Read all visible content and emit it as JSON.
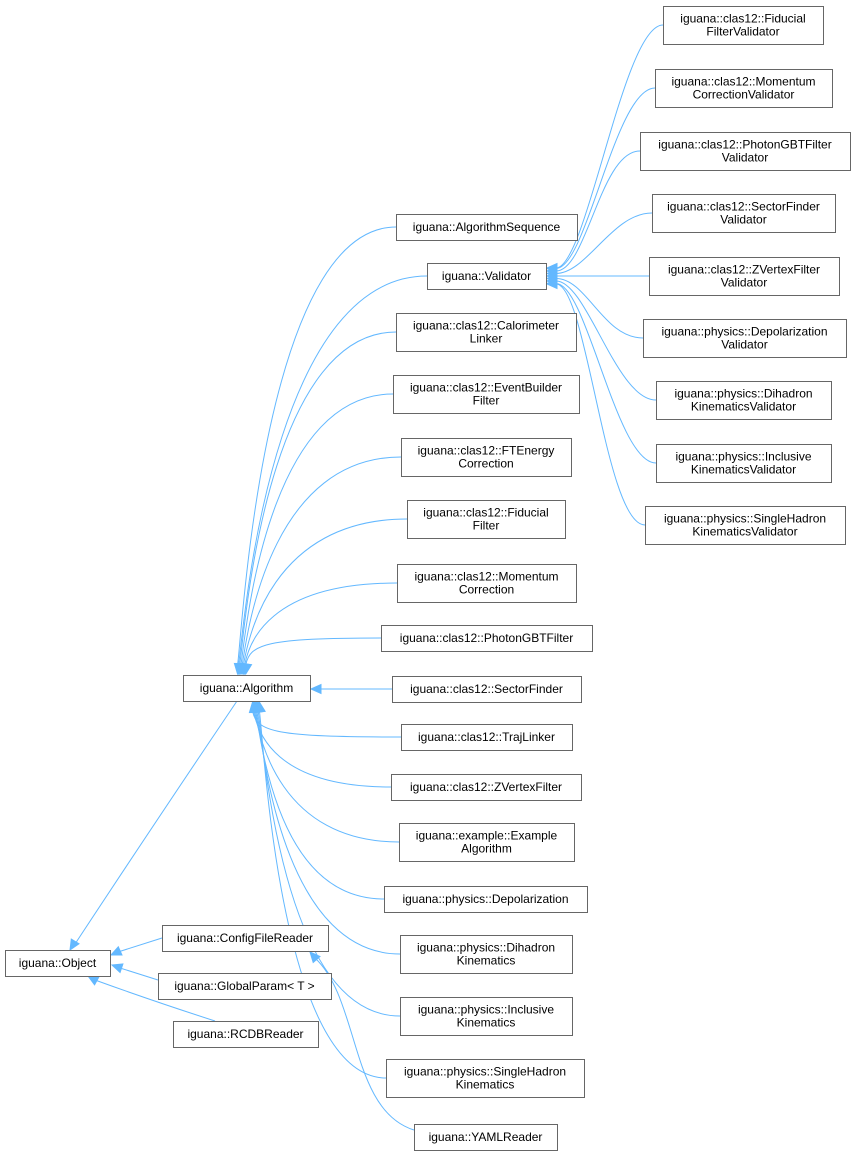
{
  "diagram": {
    "nodes": [
      {
        "id": "object",
        "lines": [
          "iguana::Object"
        ]
      },
      {
        "id": "algorithm",
        "lines": [
          "iguana::Algorithm"
        ]
      },
      {
        "id": "configfilereader",
        "lines": [
          "iguana::ConfigFileReader"
        ]
      },
      {
        "id": "globalparam",
        "lines": [
          "iguana::GlobalParam< T >"
        ]
      },
      {
        "id": "rcdbreader",
        "lines": [
          "iguana::RCDBReader"
        ]
      },
      {
        "id": "yamlreader",
        "lines": [
          "iguana::YAMLReader"
        ]
      },
      {
        "id": "algorithmsequence",
        "lines": [
          "iguana::AlgorithmSequence"
        ]
      },
      {
        "id": "validator",
        "lines": [
          "iguana::Validator"
        ]
      },
      {
        "id": "calorimeterlinker",
        "lines": [
          "iguana::clas12::Calorimeter",
          "Linker"
        ]
      },
      {
        "id": "eventbuilderfilter",
        "lines": [
          "iguana::clas12::EventBuilder",
          "Filter"
        ]
      },
      {
        "id": "ftenergycorrection",
        "lines": [
          "iguana::clas12::FTEnergy",
          "Correction"
        ]
      },
      {
        "id": "fiducialfilter",
        "lines": [
          "iguana::clas12::Fiducial",
          "Filter"
        ]
      },
      {
        "id": "momentumcorrection",
        "lines": [
          "iguana::clas12::Momentum",
          "Correction"
        ]
      },
      {
        "id": "photongbtfilter",
        "lines": [
          "iguana::clas12::PhotonGBTFilter"
        ]
      },
      {
        "id": "sectorfinder",
        "lines": [
          "iguana::clas12::SectorFinder"
        ]
      },
      {
        "id": "trajlinker",
        "lines": [
          "iguana::clas12::TrajLinker"
        ]
      },
      {
        "id": "zvertexfilter",
        "lines": [
          "iguana::clas12::ZVertexFilter"
        ]
      },
      {
        "id": "examplealgorithm",
        "lines": [
          "iguana::example::Example",
          "Algorithm"
        ]
      },
      {
        "id": "depolarization",
        "lines": [
          "iguana::physics::Depolarization"
        ]
      },
      {
        "id": "dihadronkinematics",
        "lines": [
          "iguana::physics::Dihadron",
          "Kinematics"
        ]
      },
      {
        "id": "inclusivekinematics",
        "lines": [
          "iguana::physics::Inclusive",
          "Kinematics"
        ]
      },
      {
        "id": "singlehadronkinematics",
        "lines": [
          "iguana::physics::SingleHadron",
          "Kinematics"
        ]
      },
      {
        "id": "fiducialfiltervalidator",
        "lines": [
          "iguana::clas12::Fiducial",
          "FilterValidator"
        ]
      },
      {
        "id": "momentumcorrectionvalidator",
        "lines": [
          "iguana::clas12::Momentum",
          "CorrectionValidator"
        ]
      },
      {
        "id": "photongbtfiltervalidator",
        "lines": [
          "iguana::clas12::PhotonGBTFilter",
          "Validator"
        ]
      },
      {
        "id": "sectorfindervalidator",
        "lines": [
          "iguana::clas12::SectorFinder",
          "Validator"
        ]
      },
      {
        "id": "zvertexfiltervalidator",
        "lines": [
          "iguana::clas12::ZVertexFilter",
          "Validator"
        ]
      },
      {
        "id": "depolarizationvalidator",
        "lines": [
          "iguana::physics::Depolarization",
          "Validator"
        ]
      },
      {
        "id": "dihadronkinematicsvalidator",
        "lines": [
          "iguana::physics::Dihadron",
          "KinematicsValidator"
        ]
      },
      {
        "id": "inclusivekinematicsvalidator",
        "lines": [
          "iguana::physics::Inclusive",
          "KinematicsValidator"
        ]
      },
      {
        "id": "singlehadronkinematicsvalidator",
        "lines": [
          "iguana::physics::SingleHadron",
          "KinematicsValidator"
        ]
      }
    ],
    "edges": [
      {
        "from": "algorithm",
        "to": "object"
      },
      {
        "from": "configfilereader",
        "to": "object"
      },
      {
        "from": "globalparam",
        "to": "object"
      },
      {
        "from": "rcdbreader",
        "to": "object"
      },
      {
        "from": "yamlreader",
        "to": "configfilereader"
      },
      {
        "from": "algorithmsequence",
        "to": "algorithm"
      },
      {
        "from": "validator",
        "to": "algorithm"
      },
      {
        "from": "calorimeterlinker",
        "to": "algorithm"
      },
      {
        "from": "eventbuilderfilter",
        "to": "algorithm"
      },
      {
        "from": "ftenergycorrection",
        "to": "algorithm"
      },
      {
        "from": "fiducialfilter",
        "to": "algorithm"
      },
      {
        "from": "momentumcorrection",
        "to": "algorithm"
      },
      {
        "from": "photongbtfilter",
        "to": "algorithm"
      },
      {
        "from": "sectorfinder",
        "to": "algorithm"
      },
      {
        "from": "trajlinker",
        "to": "algorithm"
      },
      {
        "from": "zvertexfilter",
        "to": "algorithm"
      },
      {
        "from": "examplealgorithm",
        "to": "algorithm"
      },
      {
        "from": "depolarization",
        "to": "algorithm"
      },
      {
        "from": "dihadronkinematics",
        "to": "algorithm"
      },
      {
        "from": "inclusivekinematics",
        "to": "algorithm"
      },
      {
        "from": "singlehadronkinematics",
        "to": "algorithm"
      },
      {
        "from": "fiducialfiltervalidator",
        "to": "validator"
      },
      {
        "from": "momentumcorrectionvalidator",
        "to": "validator"
      },
      {
        "from": "photongbtfiltervalidator",
        "to": "validator"
      },
      {
        "from": "sectorfindervalidator",
        "to": "validator"
      },
      {
        "from": "zvertexfiltervalidator",
        "to": "validator"
      },
      {
        "from": "depolarizationvalidator",
        "to": "validator"
      },
      {
        "from": "dihadronkinematicsvalidator",
        "to": "validator"
      },
      {
        "from": "inclusivekinematicsvalidator",
        "to": "validator"
      },
      {
        "from": "singlehadronkinematicsvalidator",
        "to": "validator"
      }
    ],
    "colors": {
      "edge": "#63b8ff",
      "node_border": "#666666",
      "node_fill": "#ffffff",
      "text": "#000000"
    }
  }
}
